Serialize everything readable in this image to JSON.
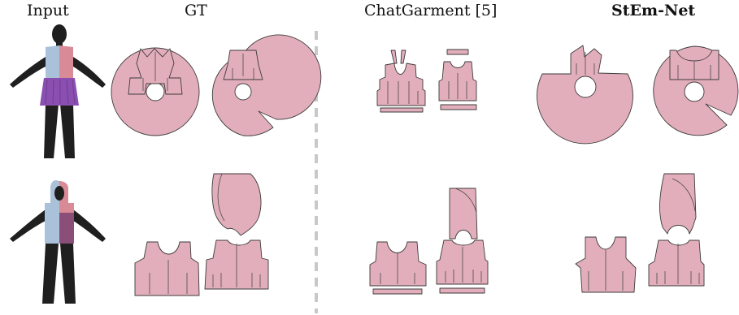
{
  "headers": {
    "input": "Input",
    "gt": "GT",
    "chatgarment": "ChatGarment [5]",
    "stem": "StEm-Net"
  },
  "colors": {
    "panel": "#e3aebb",
    "outline": "#3b3b3b",
    "divider": "#c8c8c8",
    "mannequin": "#1f1f1f",
    "garment_blue": "#a9c1d9",
    "garment_red": "#d98a97",
    "skirt_purple": "#8a4fb0"
  },
  "rows": [
    {
      "garment": "sleeveless top with circular skirt"
    },
    {
      "garment": "sleeveless hoodie top"
    }
  ]
}
